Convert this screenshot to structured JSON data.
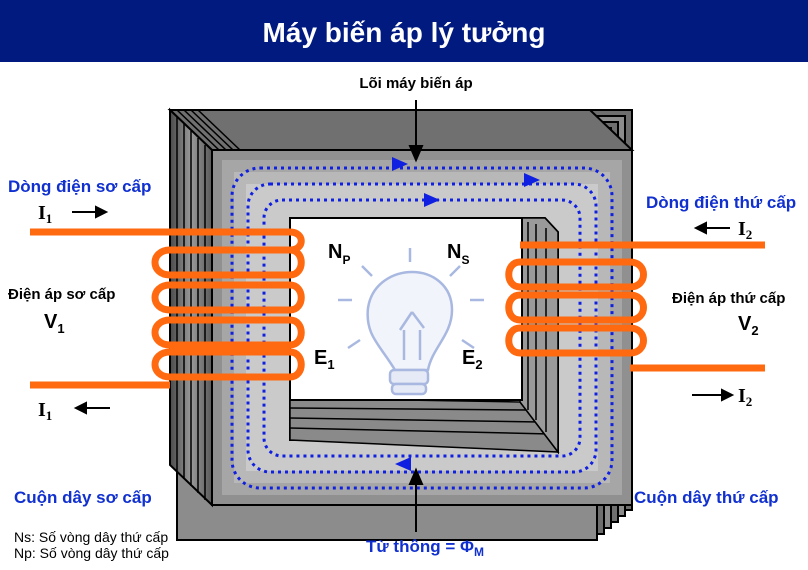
{
  "title": "Máy biến áp lý tưởng",
  "labels": {
    "core": "Lõi máy biến áp",
    "primary_current": "Dòng điện sơ cấp",
    "secondary_current": "Dòng điện thứ cấp",
    "primary_voltage": "Điện áp sơ cấp",
    "secondary_voltage": "Điện áp thứ cấp",
    "primary_coil": "Cuộn dây sơ cấp",
    "secondary_coil": "Cuộn dây thứ cấp",
    "flux": "Từ thông = Φ",
    "flux_sub": "M"
  },
  "symbols": {
    "I": "I",
    "one": "1",
    "two": "2",
    "V": "V",
    "E": "E",
    "N": "N",
    "P": "P",
    "S": "S"
  },
  "notes": {
    "ns": "Ns: Số vòng dây thứ cấp",
    "np": "Np: Số vòng dây thứ cấp"
  },
  "colors": {
    "title_bg": "#001a80",
    "coil": "#ff6a10",
    "flux": "#1020e0",
    "label_blue": "#1030d0",
    "core_gray": "#8a8a8a"
  }
}
